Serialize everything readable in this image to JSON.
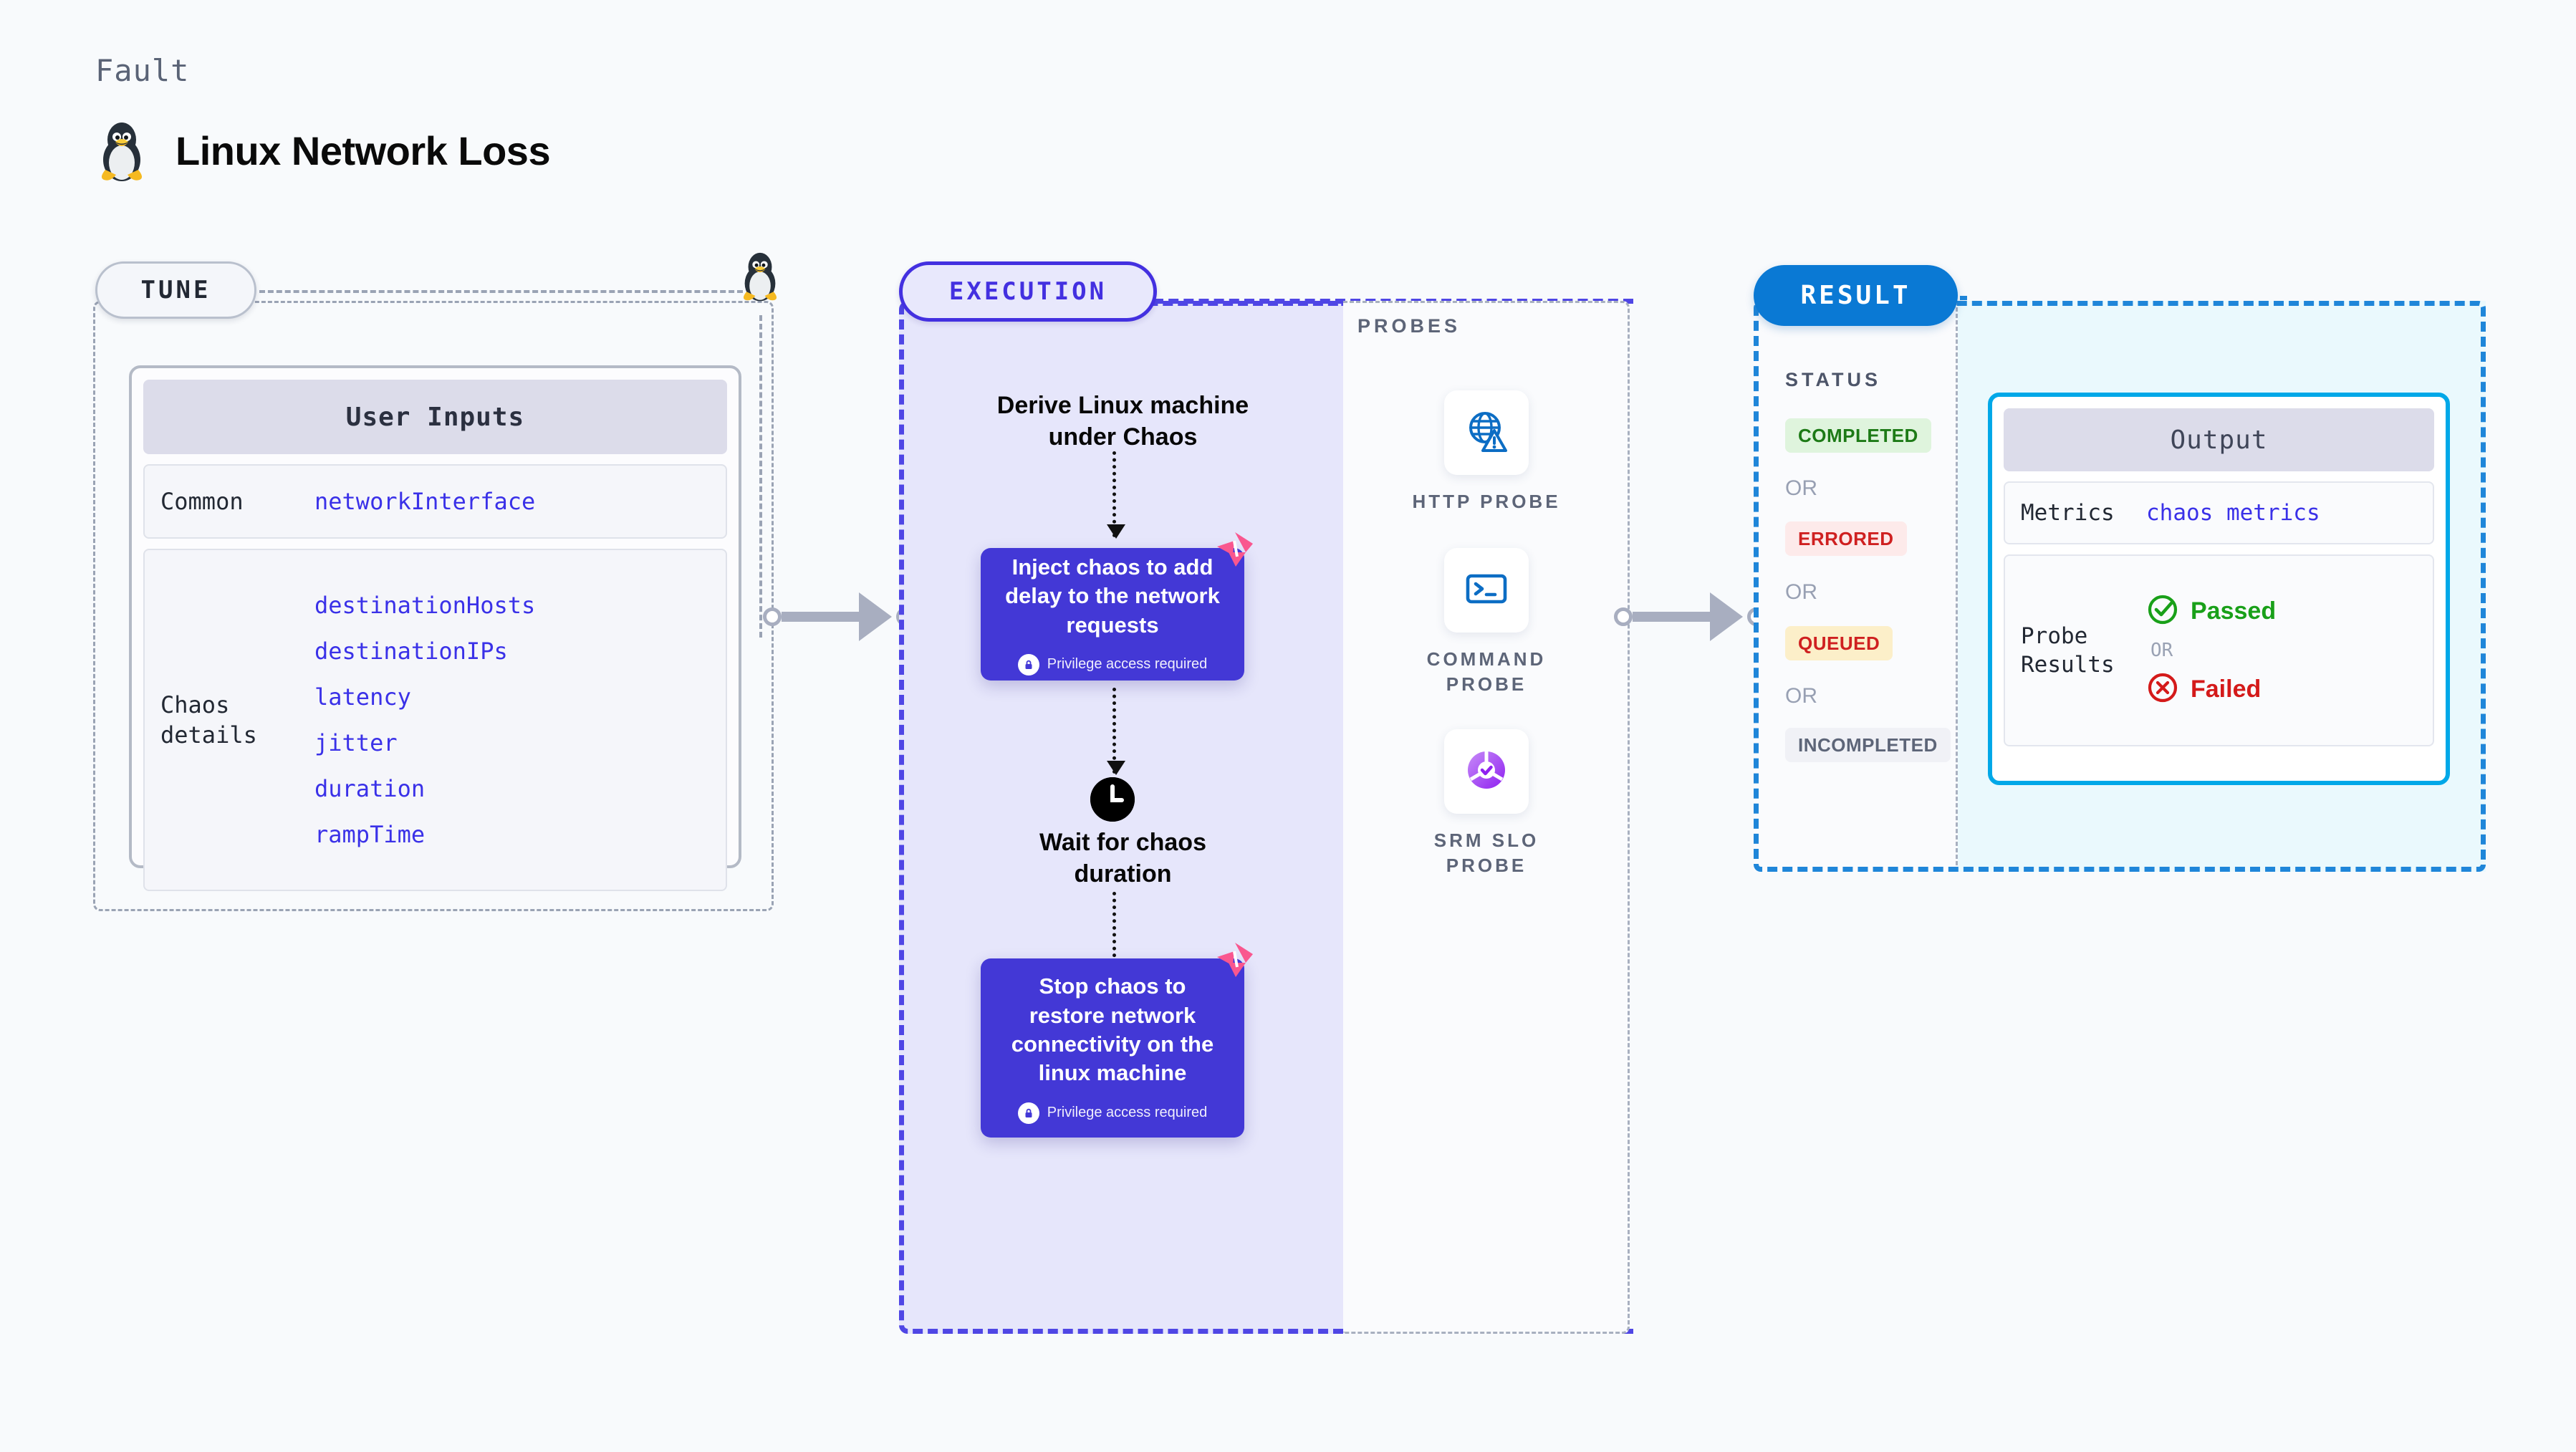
{
  "header": {
    "kicker": "Fault",
    "title": "Linux Network Loss",
    "icon": "tux-linux-penguin-icon"
  },
  "tune": {
    "pill_label": "TUNE",
    "card_title": "User Inputs",
    "rows": [
      {
        "label": "Common",
        "values": [
          "networkInterface"
        ]
      },
      {
        "label": "Chaos details",
        "values": [
          "destinationHosts",
          "destinationIPs",
          "latency",
          "jitter",
          "duration",
          "rampTime"
        ]
      }
    ]
  },
  "execution": {
    "pill_label": "EXECUTION",
    "steps": [
      {
        "type": "text",
        "label": "Derive Linux machine\nunder Chaos"
      },
      {
        "type": "node",
        "label": "Inject chaos to add delay to the network requests",
        "privilege": "Privilege access required",
        "badge": "litmus-logo-icon"
      },
      {
        "type": "wait",
        "label": "Wait for chaos\nduration",
        "icon": "clock-icon"
      },
      {
        "type": "node",
        "label": "Stop chaos to restore network connectivity on the linux machine",
        "privilege": "Privilege access required",
        "badge": "litmus-logo-icon"
      }
    ],
    "step1_text": "Derive Linux machine under Chaos",
    "step1_line1": "Derive Linux machine",
    "step1_line2": "under Chaos",
    "wait_line1": "Wait for chaos",
    "wait_line2": "duration",
    "inject_label": "Inject chaos to add delay to the network requests",
    "stop_label": "Stop chaos to restore network connectivity on the linux machine",
    "privilege_label": "Privilege access required"
  },
  "probes": {
    "title": "PROBES",
    "items": [
      {
        "label": "HTTP PROBE",
        "icon": "globe-warning-icon",
        "color": "#0c6dc4"
      },
      {
        "label": "COMMAND PROBE",
        "icon": "terminal-prompt-icon",
        "color": "#0c6dc4"
      },
      {
        "label": "SRM SLO PROBE",
        "icon": "srm-slo-donut-check-icon",
        "color": "#a34ff5"
      }
    ],
    "item_labels_wrapped": [
      "HTTP  PROBE",
      "COMMAND",
      "PROBE",
      "SRM  SLO",
      "PROBE"
    ]
  },
  "result": {
    "pill_label": "RESULT",
    "status_title": "STATUS",
    "or_label": "OR",
    "statuses": [
      {
        "label": "COMPLETED",
        "bg": "#dff4dd",
        "fg": "#1d7a16"
      },
      {
        "label": "ERRORED",
        "bg": "#fdeaea",
        "fg": "#cf2020"
      },
      {
        "label": "QUEUED",
        "bg": "#fcefc9",
        "fg": "#cf2020"
      },
      {
        "label": "INCOMPLETED",
        "bg": "#f0f1f6",
        "fg": "#5d6578"
      }
    ],
    "output": {
      "title": "Output",
      "metrics_label": "Metrics",
      "metrics_value": "chaos metrics",
      "probe_results_label": "Probe Results",
      "probe_results_line1": "Probe",
      "probe_results_line2": "Results",
      "passed_label": "Passed",
      "failed_label": "Failed",
      "or_label": "OR",
      "passed_icon": "check-circle-icon",
      "failed_icon": "x-circle-icon"
    }
  },
  "colors": {
    "accent_purple": "#4338d6",
    "accent_blue": "#0a79d4",
    "accent_cyan": "#00a8e8",
    "mono_value": "#3a31e8",
    "litmus_pink": "#f9578f",
    "connector_gray": "#a8aec0"
  }
}
